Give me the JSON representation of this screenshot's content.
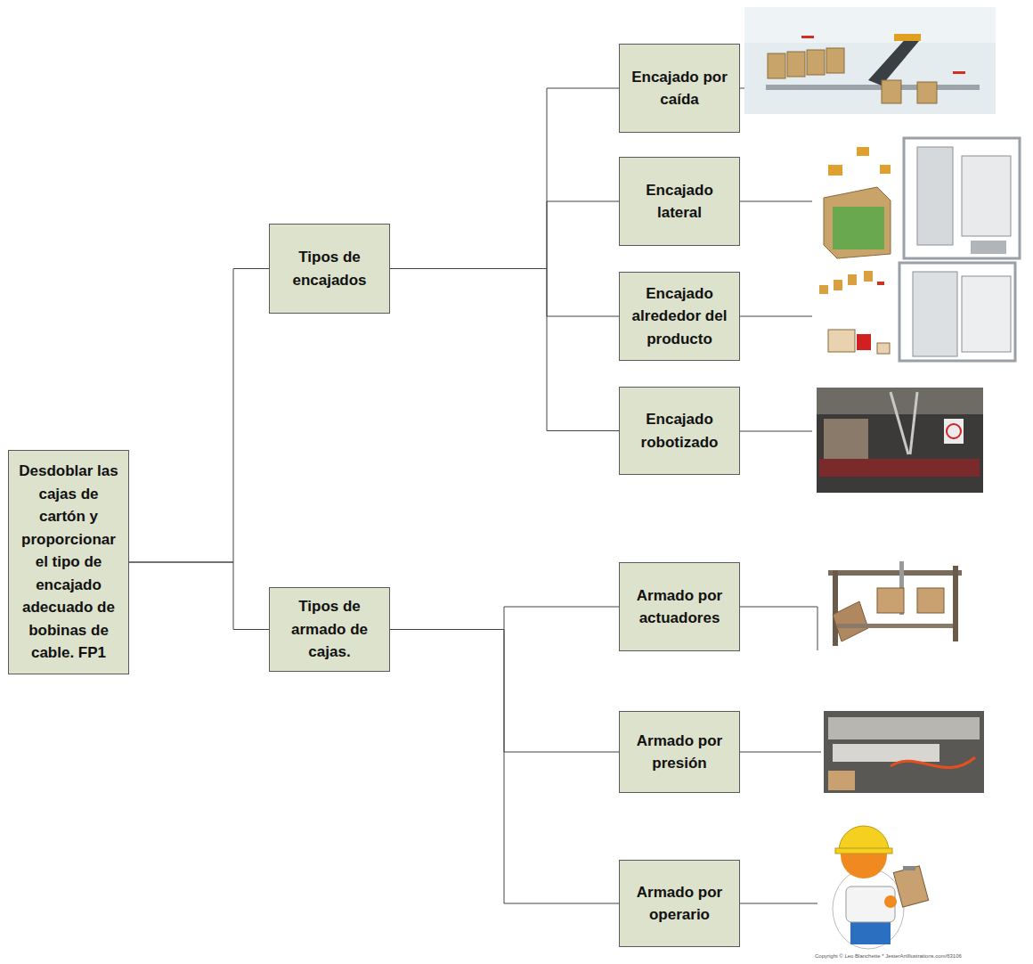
{
  "diagram": {
    "nodes": [
      {
        "text": [
          "Desdoblar las cajas de cartón y proporcionar el tipo de encajado adecuado de bobinas de cable. FP1"
        ]
      },
      {
        "text": [
          "Tipos de encajados"
        ]
      },
      {
        "text": [
          "Encajado por caída"
        ]
      },
      {
        "text": [
          "Encajado lateral"
        ]
      },
      {
        "text": [
          "Encajado alrededor del producto"
        ]
      },
      {
        "text": [
          "Encajado robotizado"
        ]
      },
      {
        "text": [
          "Tipos de armado de cajas."
        ]
      },
      {
        "text": [
          "Armado por actuadores"
        ]
      },
      {
        "text": [
          "Armado por presión"
        ]
      },
      {
        "text": [
          "Armado por operario"
        ]
      }
    ],
    "edges": [
      {
        "from": 0,
        "to": 1,
        "arrow": "none"
      },
      {
        "from": 0,
        "to": 6,
        "arrow": "none"
      },
      {
        "from": 1,
        "to": 2,
        "arrow": "none"
      },
      {
        "from": 1,
        "to": 3,
        "arrow": "none"
      },
      {
        "from": 1,
        "to": 4,
        "arrow": "none"
      },
      {
        "from": 1,
        "to": 5,
        "arrow": "none"
      },
      {
        "from": 6,
        "to": 7,
        "arrow": "none"
      },
      {
        "from": 6,
        "to": 8,
        "arrow": "none"
      },
      {
        "from": 6,
        "to": 9,
        "arrow": "none"
      }
    ],
    "labels": [
      "Copyright © Leo Blanchette * JesterArtIllustrations.com/63106"
    ]
  }
}
